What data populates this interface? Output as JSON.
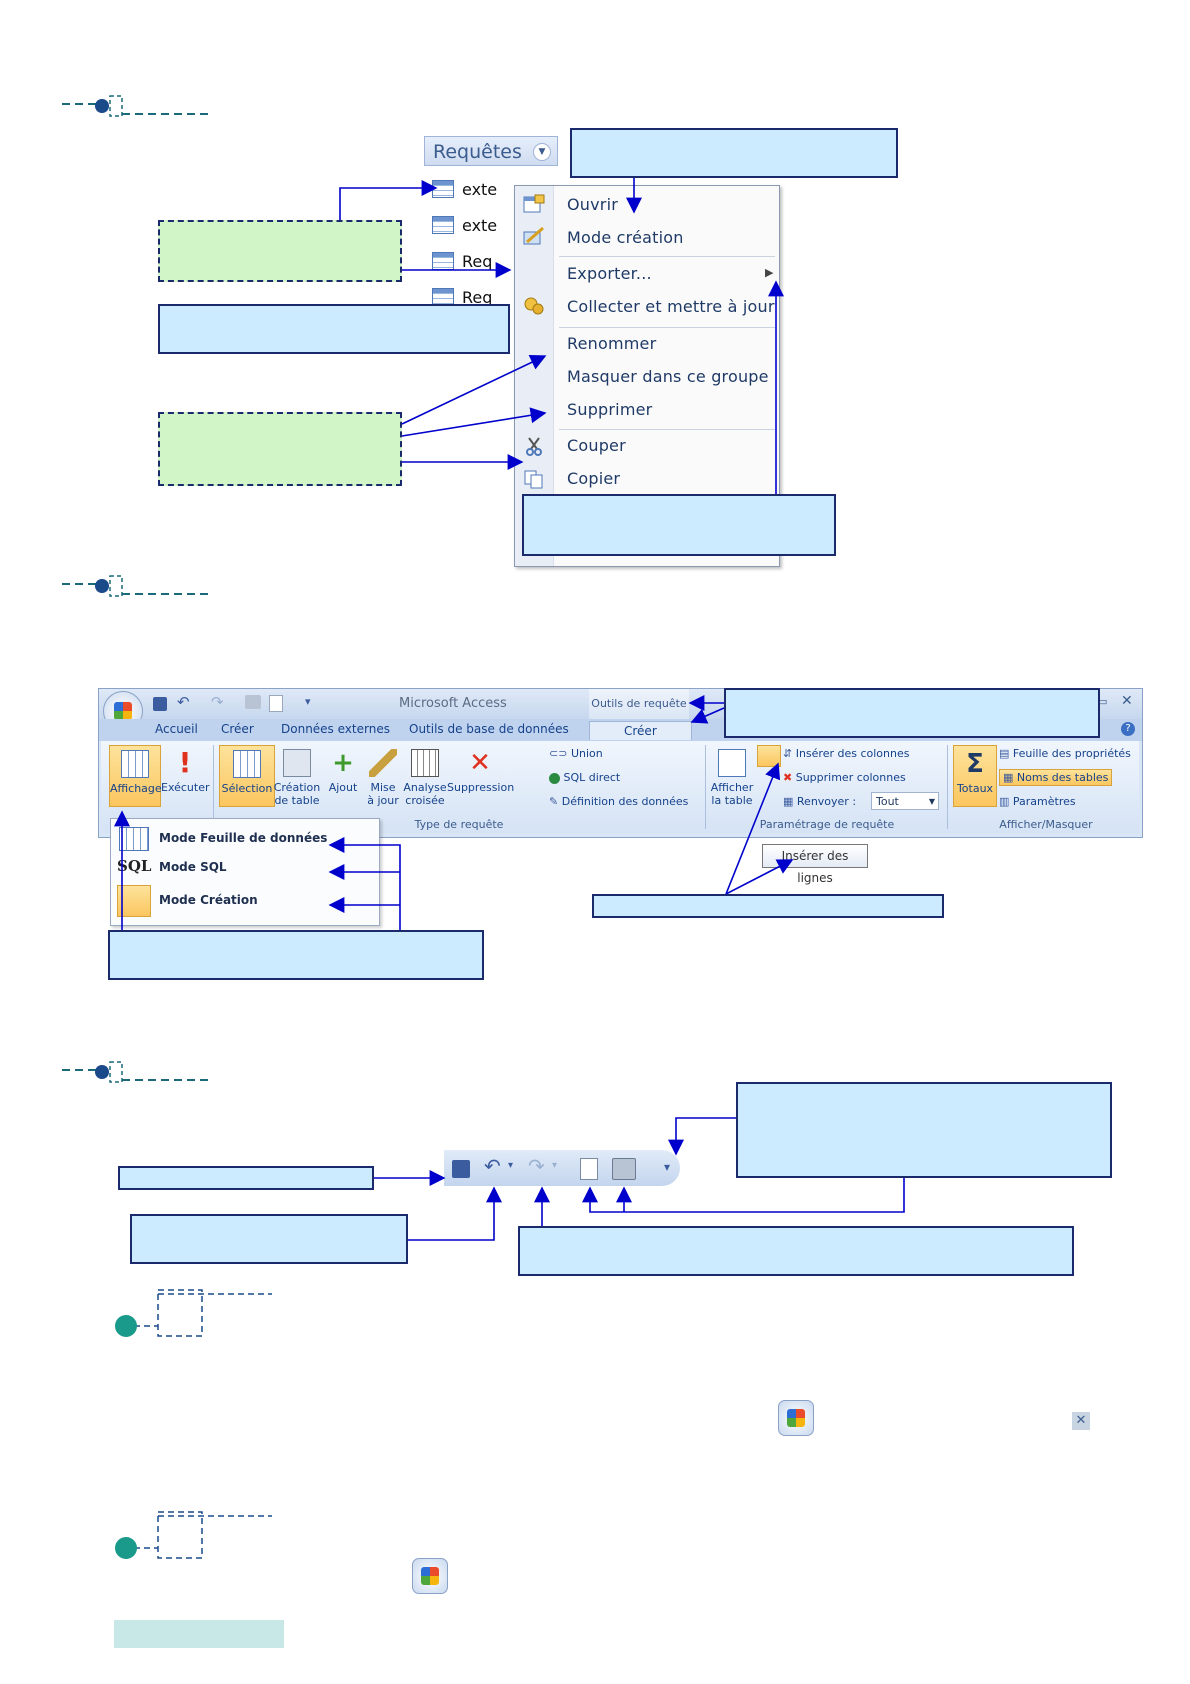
{
  "context_menu": {
    "nav_header": "Requêtes",
    "nav_items": [
      "exte",
      "exte",
      "Req",
      "Req"
    ],
    "items": [
      {
        "label": "Ouvrir",
        "icon": "open-query-icon"
      },
      {
        "label": "Mode création",
        "icon": "design-mode-icon"
      },
      {
        "label": "Exporter...",
        "icon": ""
      },
      {
        "label": "Collecter et mettre à jour",
        "icon": "collect-update-icon"
      },
      {
        "label": "Renommer",
        "icon": ""
      },
      {
        "label": "Masquer dans ce groupe",
        "icon": ""
      },
      {
        "label": "Supprimer",
        "icon": ""
      },
      {
        "label": "Couper",
        "icon": "scissors-icon"
      },
      {
        "label": "Copier",
        "icon": "copy-icon"
      }
    ]
  },
  "ribbon": {
    "app_title": "Microsoft Access",
    "contextual_tab": "Outils de requête",
    "tabs": [
      "Accueil",
      "Créer",
      "Données externes",
      "Outils de base de données",
      "Créer"
    ],
    "results_group": {
      "buttons": [
        "Affichage",
        "Exécuter"
      ]
    },
    "query_type_group": {
      "label": "Type de requête",
      "buttons": [
        [
          "Sélection"
        ],
        [
          "Création",
          "de table"
        ],
        [
          "Ajout"
        ],
        [
          "Mise",
          "à jour"
        ],
        [
          "Analyse",
          "croisée"
        ],
        [
          "Suppression"
        ]
      ],
      "small_buttons": [
        "Union",
        "SQL direct",
        "Définition des données"
      ]
    },
    "setup_group": {
      "label": "Paramétrage de requête",
      "show_table": [
        "Afficher",
        "la table"
      ],
      "small_buttons": [
        "Insérer des colonnes",
        "Supprimer colonnes",
        "Renvoyer :"
      ],
      "return_value": "Tout"
    },
    "show_hide_group": {
      "label": "Afficher/Masquer",
      "totals": "Totaux",
      "small_buttons": [
        "Feuille des propriétés",
        "Noms des tables",
        "Paramètres"
      ]
    },
    "view_dropdown": [
      "Mode Feuille de données",
      "Mode SQL",
      "Mode Création"
    ],
    "view_dropdown_sql_glyph": "SQL",
    "tooltip": "Insérer des lignes"
  },
  "colors": {
    "callout_blue": "#ccebff",
    "callout_green": "#d2f5c8",
    "arrow": "#0000cc",
    "bullet": "#1a5a9a",
    "teal": "#1a9a8a"
  }
}
